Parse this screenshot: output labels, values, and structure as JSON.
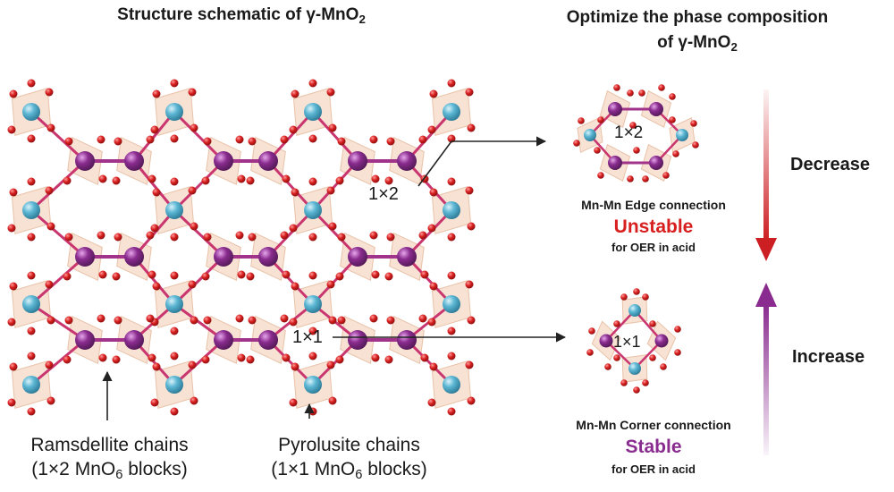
{
  "colors": {
    "mn_blue": "#5bb6d3",
    "mn_purple": "#8a2c8f",
    "oxygen": "#d81f1f",
    "octahedron": "#f6ddcc",
    "unstable_text": "#d81f1f",
    "stable_text": "#8a2c8f",
    "decrease_arrow": "#cc1f24",
    "increase_arrow": "#8a2c8f"
  },
  "left_panel": {
    "title_text": "Structure schematic of γ-MnO",
    "title_subscript": "2",
    "label_1x2": "1×2",
    "label_1x1": "1×1",
    "ramsdellite": {
      "line1": "Ramsdellite chains",
      "line2_pre": "(1×2 MnO",
      "line2_sub": "6",
      "line2_post": " blocks)"
    },
    "pyrolusite": {
      "line1": "Pyrolusite chains",
      "line2_pre": "(1×1 MnO",
      "line2_sub": "6",
      "line2_post": " blocks)"
    }
  },
  "right_panel": {
    "title_line1": "Optimize the phase composition",
    "title_line2_pre": "of γ-MnO",
    "title_line2_sub": "2",
    "edge": {
      "cluster_label": "1×2",
      "connection": "Mn-Mn Edge connection",
      "stability": "Unstable",
      "condition": "for OER in acid"
    },
    "corner": {
      "cluster_label": "1×1",
      "connection": "Mn-Mn Corner connection",
      "stability": "Stable",
      "condition": "for OER in acid"
    },
    "decrease": "Decrease",
    "increase": "Increase"
  }
}
